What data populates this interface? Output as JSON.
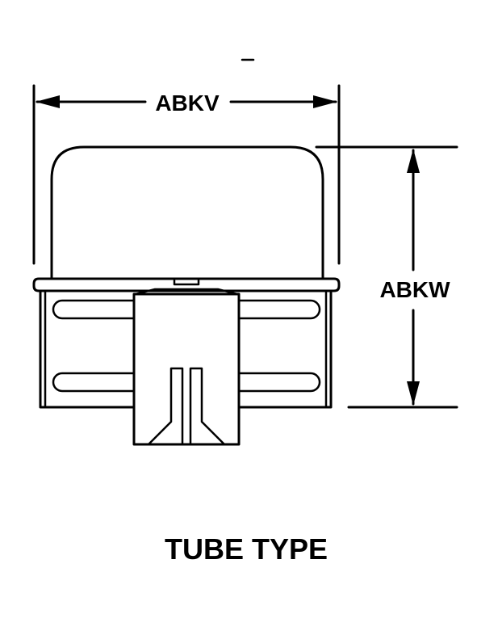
{
  "dimensions": {
    "width_label": "ABKV",
    "height_label": "ABKW"
  },
  "caption": "TUBE TYPE",
  "colors": {
    "line": "#000000",
    "background": "#ffffff"
  }
}
